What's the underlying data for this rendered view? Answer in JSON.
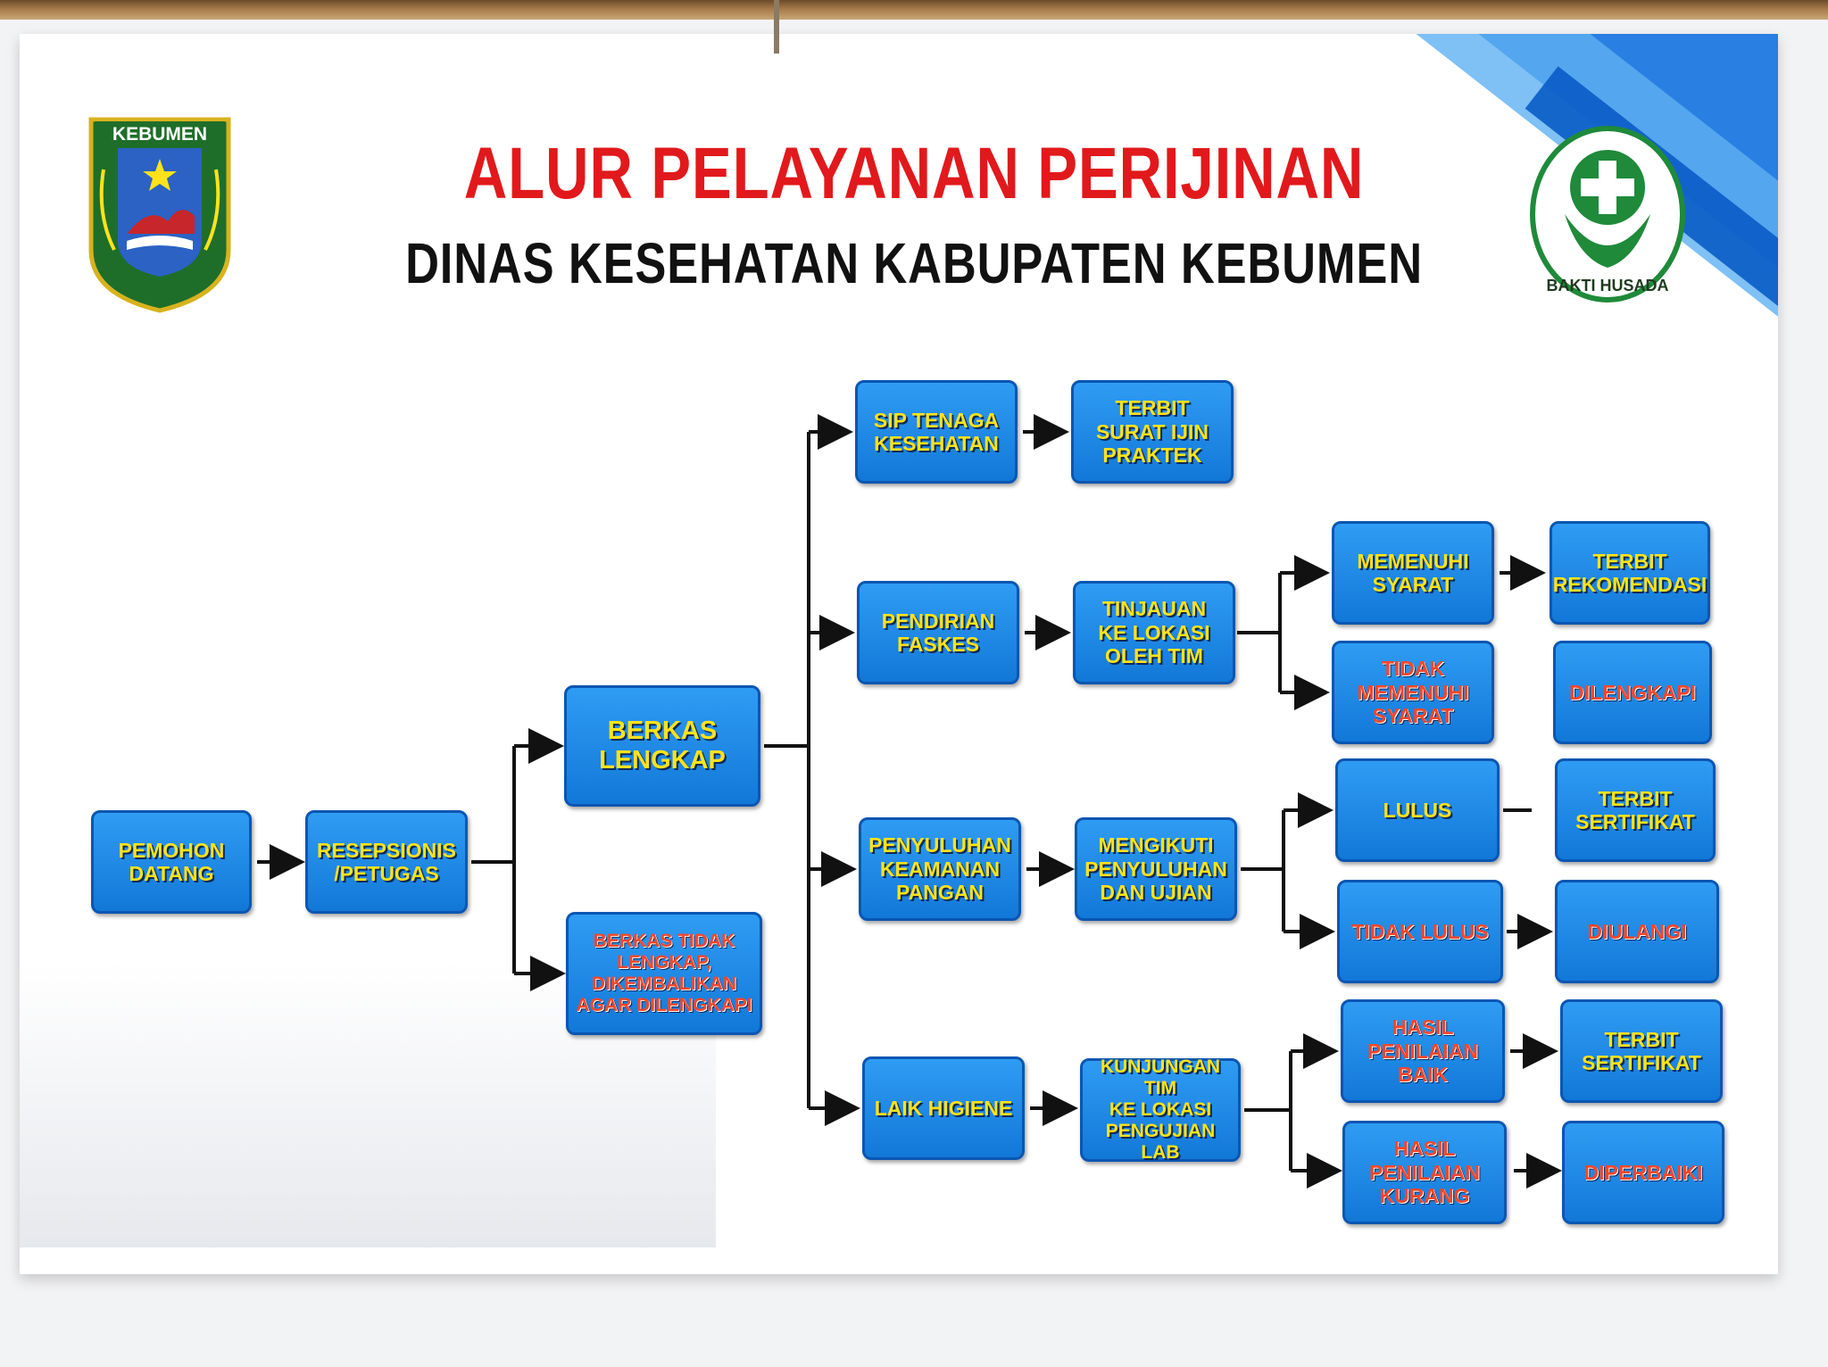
{
  "header": {
    "title": "ALUR PELAYANAN PERIJINAN",
    "subtitle": "DINAS KESEHATAN KABUPATEN KEBUMEN"
  },
  "logos": {
    "left": {
      "text": "KEBUMEN",
      "icon": "kebumen-regency-emblem"
    },
    "right": {
      "text": "BAKTI HUSADA",
      "icon": "bakti-husada-emblem"
    }
  },
  "colors": {
    "title_red": "#e1191c",
    "box_blue": "#1f8ae8",
    "box_text_yellow": "#ffe21a",
    "negative_text_red": "#f6462a",
    "arrow": "#111111"
  },
  "flow": {
    "pemohon": "PEMOHON\nDATANG",
    "resepsionis": "RESEPSIONIS\n/PETUGAS",
    "berkas_lengkap": "BERKAS\nLENGKAP",
    "berkas_tidak": "BERKAS TIDAK\nLENGKAP,\nDIKEMBALIKAN\nAGAR DILENGKAPI",
    "sip": "SIP TENAGA\nKESEHATAN",
    "terbit_sip": "TERBIT\nSURAT IJIN\nPRAKTEK",
    "pendirian": "PENDIRIAN\nFASKES",
    "tinjauan": "TINJAUAN\nKE LOKASI\nOLEH TIM",
    "memenuhi": "MEMENUHI\nSYARAT",
    "terbit_rekomendasi": "TERBIT\nREKOMENDASI",
    "tidak_memenuhi": "TIDAK\nMEMENUHI\nSYARAT",
    "dilengkapi": "DILENGKAPI",
    "penyuluhan": "PENYULUHAN\nKEAMANAN\nPANGAN",
    "mengikuti": "MENGIKUTI\nPENYULUHAN\nDAN UJIAN",
    "lulus": "LULUS",
    "terbit_sertifikat_1": "TERBIT\nSERTIFIKAT",
    "tidak_lulus": "TIDAK LULUS",
    "diulangi": "DIULANGI",
    "laik": "LAIK HIGIENE",
    "kunjungan": "KUNJUNGAN TIM\nKE LOKASI\nPENGUJIAN LAB",
    "hasil_baik": "HASIL\nPENILAIAN\nBAIK",
    "terbit_sertifikat_2": "TERBIT\nSERTIFIKAT",
    "hasil_kurang": "HASIL\nPENILAIAN\nKURANG",
    "diperbaiki": "DIPERBAIKI"
  }
}
